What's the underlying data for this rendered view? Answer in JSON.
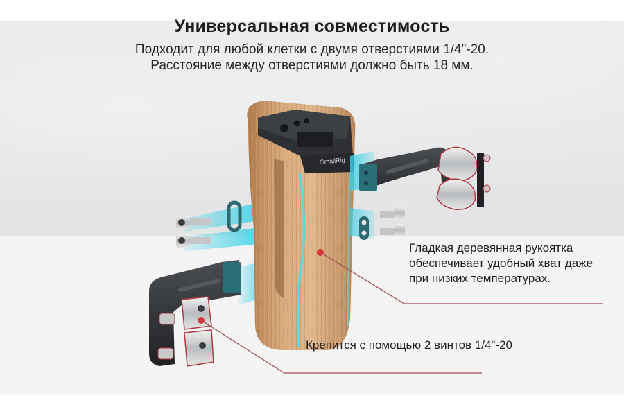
{
  "header": {
    "title": "Универсальная совместимость",
    "subtitle_line1": "Подходит для любой клетки с двумя отверстиями 1/4\"-20.",
    "subtitle_line2": "Расстояние между отверстиями должно быть 18 мм."
  },
  "product": {
    "brand_engraving": "SmallRig"
  },
  "callouts": {
    "wood_grip_line1": "Гладкая деревянная рукоятка",
    "wood_grip_line2": "обеспечивает удобный хват даже",
    "wood_grip_line3": "при низких температурах.",
    "mounting": "Крепится с помощью 2 винтов 1/4\"-20"
  },
  "colors": {
    "wall": "#e5e6e7",
    "floor": "#f3f3f3",
    "wood": "#c99a6b",
    "cyan_glow": "#4fd3e6",
    "callout_line": "#a0484e",
    "callout_dot": "#d9262f",
    "metal_dark": "#2b2d30",
    "text": "#1e1e1e"
  }
}
